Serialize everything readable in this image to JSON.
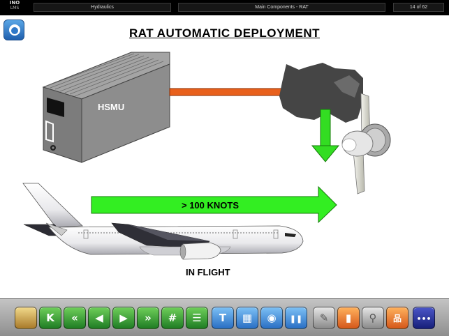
{
  "header": {
    "logo_top": "INO",
    "logo_bottom": "LMS",
    "section": "Hydraulics",
    "topic": "Main Components - RAT",
    "page": "14 of 62"
  },
  "slide": {
    "title": "RAT AUTOMATIC DEPLOYMENT",
    "hsmu_label": "HSMU",
    "speed_label": "> 100 KNOTS",
    "flight_label": "IN FLIGHT"
  },
  "colors": {
    "flow_arrow": "#e8601c",
    "deploy_arrow": "#33dd22",
    "speed_arrow": "#33ee22"
  },
  "toolbar": {
    "buttons": [
      {
        "name": "home-button",
        "icon": "house-icon",
        "glyph": ""
      },
      {
        "name": "first-page-button",
        "icon": "skip-first-icon",
        "glyph": "K"
      },
      {
        "name": "rewind-button",
        "icon": "double-chevron-left-icon",
        "glyph": "«"
      },
      {
        "name": "previous-button",
        "icon": "play-left-icon",
        "glyph": "◀"
      },
      {
        "name": "next-button",
        "icon": "play-right-icon",
        "glyph": "▶"
      },
      {
        "name": "fast-forward-button",
        "icon": "double-chevron-right-icon",
        "glyph": "»"
      },
      {
        "name": "goto-page-button",
        "icon": "hash-icon",
        "glyph": "#"
      },
      {
        "name": "contents-button",
        "icon": "list-icon",
        "glyph": "☰"
      },
      {
        "name": "text-button",
        "icon": "text-t-icon",
        "glyph": "T"
      },
      {
        "name": "video-button",
        "icon": "film-icon",
        "glyph": "▦"
      },
      {
        "name": "navigation-button",
        "icon": "compass-icon",
        "glyph": "◉"
      },
      {
        "name": "pause-button",
        "icon": "pause-icon",
        "glyph": "❚❚"
      },
      {
        "name": "note-button",
        "icon": "paperclip-icon",
        "glyph": "✎"
      },
      {
        "name": "book-button",
        "icon": "book-icon",
        "glyph": "▮"
      },
      {
        "name": "search-button",
        "icon": "magnifier-icon",
        "glyph": "⚲"
      },
      {
        "name": "diagram-button",
        "icon": "org-chart-icon",
        "glyph": "品"
      },
      {
        "name": "more-button",
        "icon": "more-dots-icon",
        "glyph": "•••"
      }
    ]
  }
}
